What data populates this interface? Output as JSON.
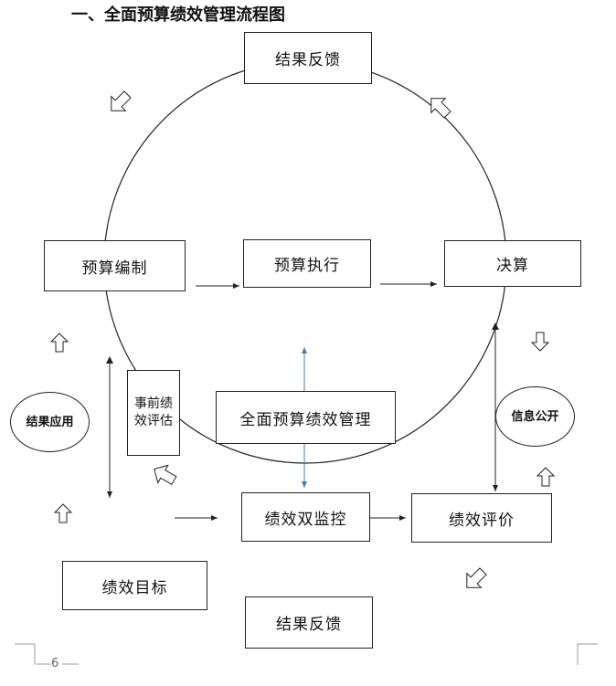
{
  "title": "一、全面预算绩效管理流程图",
  "boxes": {
    "feedback_top": "结果反馈",
    "budget_prep": "预算编制",
    "budget_exec": "预算执行",
    "final_accounts": "决算",
    "center": "全面预算绩效管理",
    "pre_eval": "事前绩效评估",
    "dual_monitor": "绩效双监控",
    "perf_eval": "绩效评价",
    "perf_goal": "绩效目标",
    "feedback_bottom": "结果反馈"
  },
  "ovals": {
    "result_apply": "结果应用",
    "info_public": "信息公开"
  },
  "page_number": "6"
}
